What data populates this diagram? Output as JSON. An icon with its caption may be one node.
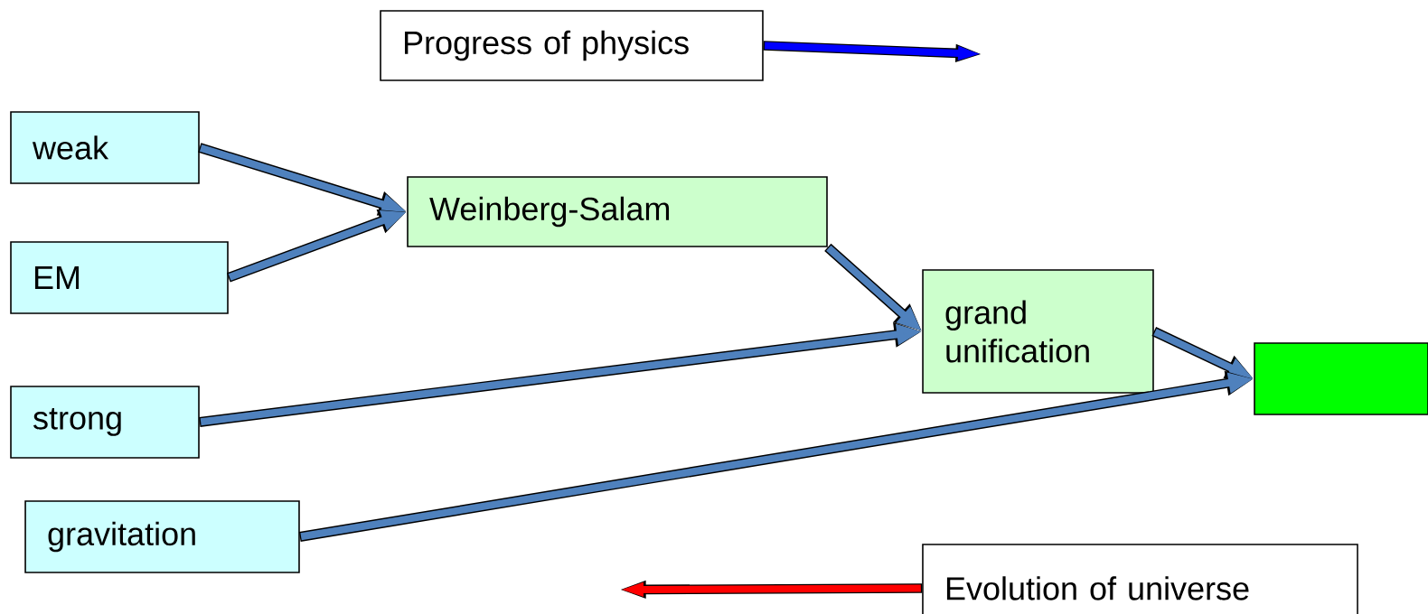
{
  "diagram": {
    "nodes": [
      {
        "text": [
          "Progress of physics"
        ]
      },
      {
        "text": [
          "weak"
        ]
      },
      {
        "text": [
          "EM"
        ]
      },
      {
        "text": [
          "strong"
        ]
      },
      {
        "text": [
          "gravitation"
        ]
      },
      {
        "text": [
          "Weinberg-Salam"
        ]
      },
      {
        "text": [
          "grand unification"
        ]
      },
      {
        "text": [],
        "shape": "box"
      },
      {
        "text": [
          "Evolution of universe"
        ]
      }
    ],
    "edges": [
      {
        "from": 0,
        "to": null,
        "arrow": "to",
        "color": "#0000ff"
      },
      {
        "from": 1,
        "to": 5,
        "arrow": "to"
      },
      {
        "from": 2,
        "to": 5,
        "arrow": "to"
      },
      {
        "from": 5,
        "to": 6,
        "arrow": "to"
      },
      {
        "from": 3,
        "to": 6,
        "arrow": "to"
      },
      {
        "from": 6,
        "to": 7,
        "arrow": "to"
      },
      {
        "from": 4,
        "to": 7,
        "arrow": "to"
      },
      {
        "from": 8,
        "to": null,
        "arrow": "to",
        "color": "#ff0000"
      }
    ]
  }
}
